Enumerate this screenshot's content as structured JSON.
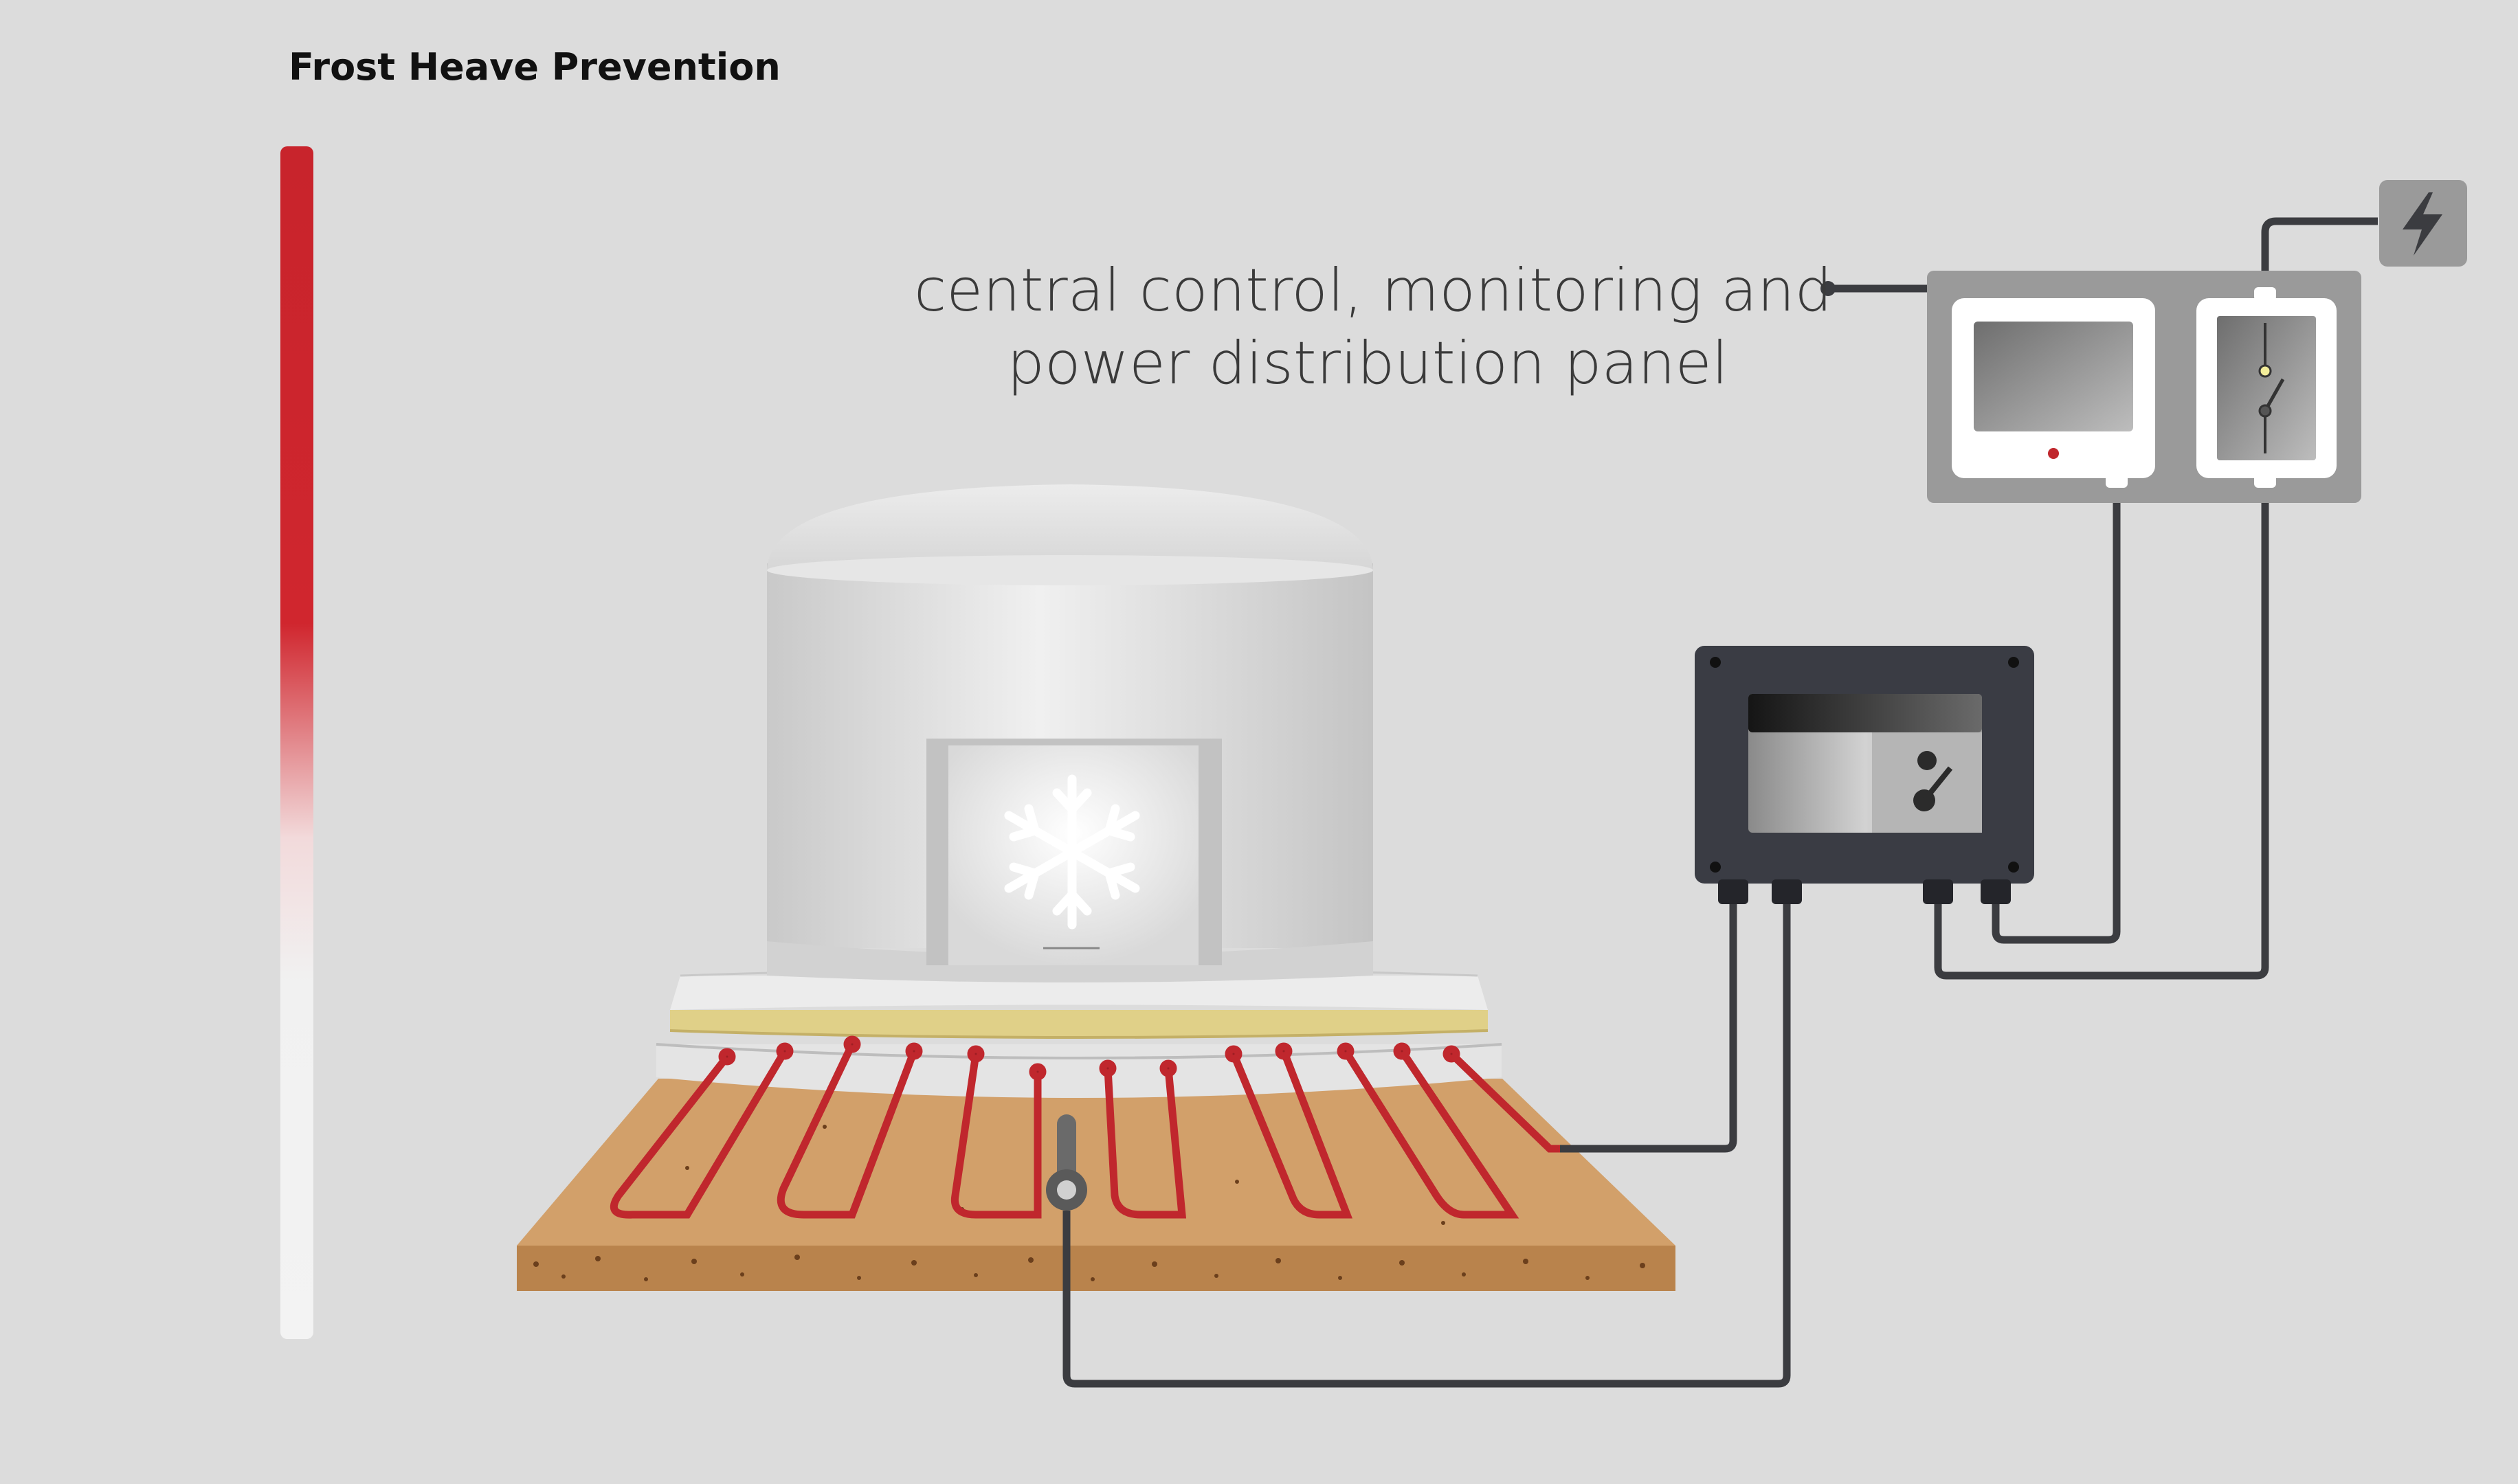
{
  "diagram": {
    "title": "Frost Heave Prevention",
    "panel_label": {
      "line1": "central control, monitoring and",
      "line2": "power distribution panel"
    },
    "icons": {
      "tank": "snowflake-icon",
      "supply": "lightning-bolt-icon"
    },
    "colors": {
      "heating_cable": "#c0272d",
      "background": "#dcdcdc",
      "soil": "#d2a06a",
      "insulation": "#e0d088",
      "wiring": "#3b3c40",
      "junction_box": "#3a3c44",
      "control_panel": "#9a9a9a"
    }
  }
}
